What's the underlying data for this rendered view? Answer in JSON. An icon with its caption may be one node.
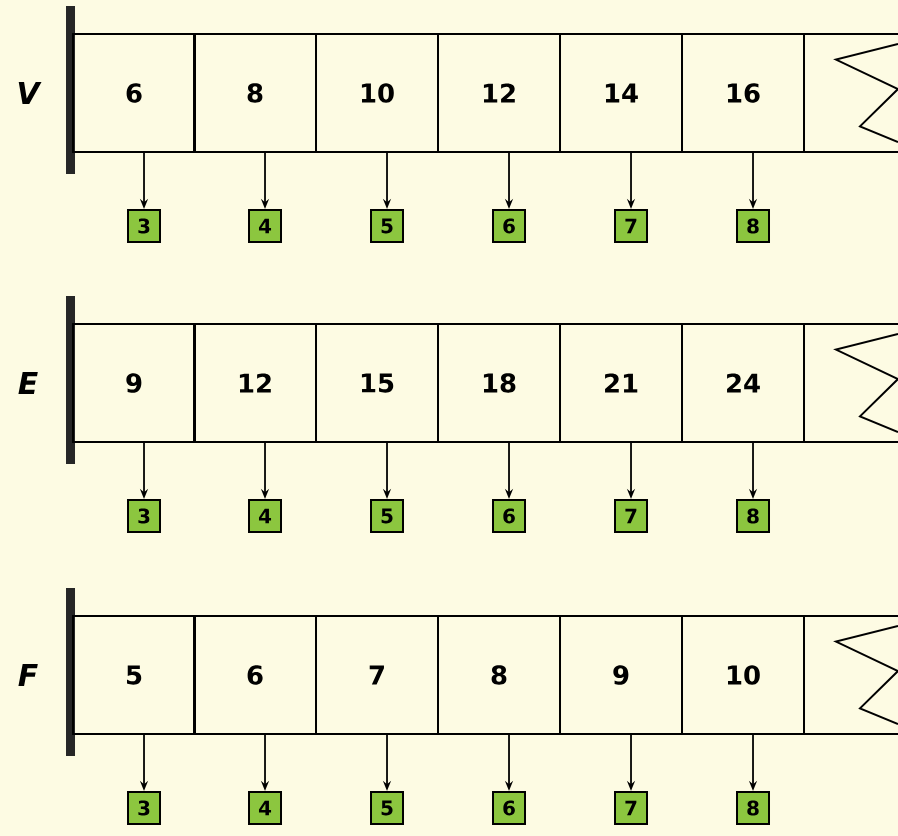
{
  "diagram": {
    "nodes": [
      {
        "text": [
          "6"
        ]
      },
      {
        "text": [
          "8"
        ]
      },
      {
        "text": [
          "10"
        ]
      },
      {
        "text": [
          "12"
        ]
      },
      {
        "text": [
          "14"
        ]
      },
      {
        "text": [
          "16"
        ]
      },
      {
        "text": [
          "3"
        ]
      },
      {
        "text": [
          "4"
        ]
      },
      {
        "text": [
          "5"
        ]
      },
      {
        "text": [
          "6"
        ]
      },
      {
        "text": [
          "7"
        ]
      },
      {
        "text": [
          "8"
        ]
      },
      {
        "text": [
          "9"
        ]
      },
      {
        "text": [
          "12"
        ]
      },
      {
        "text": [
          "15"
        ]
      },
      {
        "text": [
          "18"
        ]
      },
      {
        "text": [
          "21"
        ]
      },
      {
        "text": [
          "24"
        ]
      },
      {
        "text": [
          "3"
        ]
      },
      {
        "text": [
          "4"
        ]
      },
      {
        "text": [
          "5"
        ]
      },
      {
        "text": [
          "6"
        ]
      },
      {
        "text": [
          "7"
        ]
      },
      {
        "text": [
          "8"
        ]
      },
      {
        "text": [
          "5"
        ]
      },
      {
        "text": [
          "6"
        ]
      },
      {
        "text": [
          "7"
        ]
      },
      {
        "text": [
          "8"
        ]
      },
      {
        "text": [
          "9"
        ]
      },
      {
        "text": [
          "10"
        ]
      },
      {
        "text": [
          "3"
        ]
      },
      {
        "text": [
          "4"
        ]
      },
      {
        "text": [
          "5"
        ]
      },
      {
        "text": [
          "6"
        ]
      },
      {
        "text": [
          "7"
        ]
      },
      {
        "text": [
          "8"
        ]
      }
    ],
    "edges": [
      {
        "from": 0,
        "to": 6,
        "arrow": "to"
      },
      {
        "from": 1,
        "to": 7,
        "arrow": "to"
      },
      {
        "from": 2,
        "to": 8,
        "arrow": "to"
      },
      {
        "from": 3,
        "to": 9,
        "arrow": "to"
      },
      {
        "from": 4,
        "to": 10,
        "arrow": "to"
      },
      {
        "from": 5,
        "to": 11,
        "arrow": "to"
      },
      {
        "from": 12,
        "to": 18,
        "arrow": "to"
      },
      {
        "from": 13,
        "to": 19,
        "arrow": "to"
      },
      {
        "from": 14,
        "to": 20,
        "arrow": "to"
      },
      {
        "from": 15,
        "to": 21,
        "arrow": "to"
      },
      {
        "from": 16,
        "to": 22,
        "arrow": "to"
      },
      {
        "from": 17,
        "to": 23,
        "arrow": "to"
      },
      {
        "from": 24,
        "to": 30,
        "arrow": "to"
      },
      {
        "from": 25,
        "to": 31,
        "arrow": "to"
      },
      {
        "from": 26,
        "to": 32,
        "arrow": "to"
      },
      {
        "from": 27,
        "to": 33,
        "arrow": "to"
      },
      {
        "from": 28,
        "to": 34,
        "arrow": "to"
      },
      {
        "from": 29,
        "to": 35,
        "arrow": "to"
      }
    ],
    "labels": [
      "V",
      "E",
      "F"
    ]
  }
}
